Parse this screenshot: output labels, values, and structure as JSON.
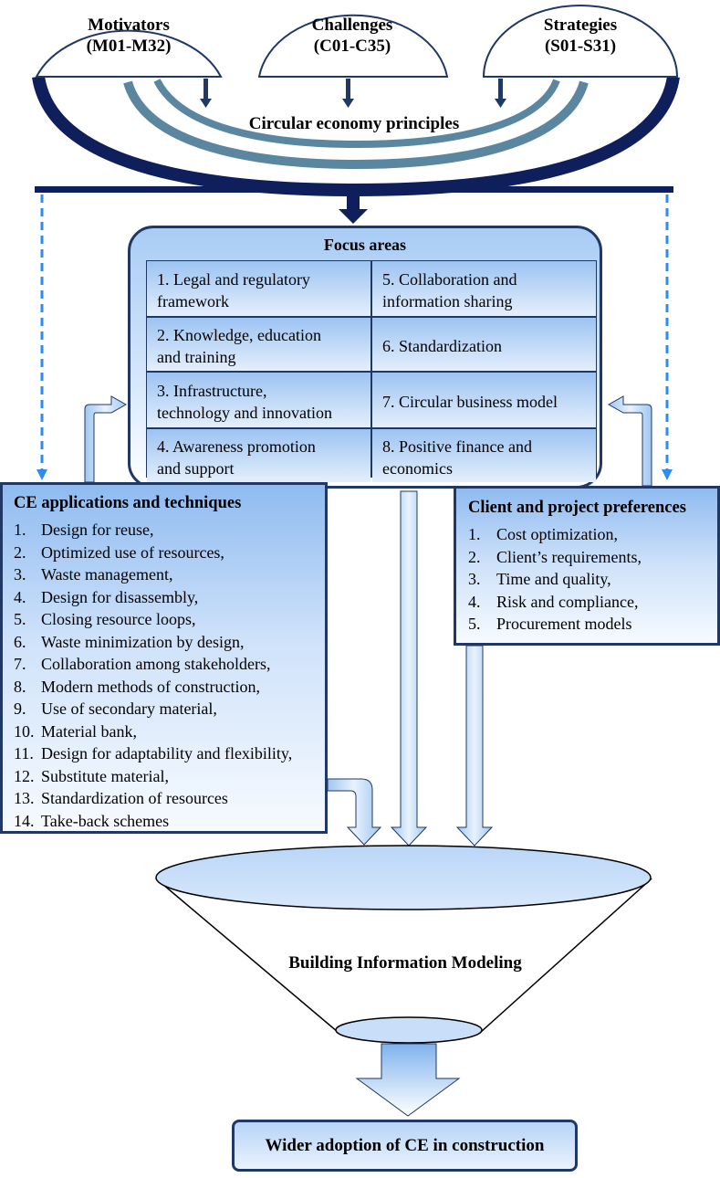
{
  "inputs": [
    {
      "name": "Motivators",
      "code": "(M01-M32)"
    },
    {
      "name": "Challenges",
      "code": "(C01-C35)"
    },
    {
      "name": "Strategies",
      "code": "(S01-S31)"
    }
  ],
  "principles_label": "Circular economy principles",
  "focus_areas": {
    "title": "Focus areas",
    "items": [
      {
        "line1": "1. Legal and regulatory",
        "line2": "framework"
      },
      {
        "line1": "5. Collaboration and",
        "line2": "information sharing"
      },
      {
        "line1": "2. Knowledge, education",
        "line2": "and training"
      },
      {
        "line1": "6. Standardization",
        "line2": ""
      },
      {
        "line1": "3. Infrastructure,",
        "line2": "technology and innovation"
      },
      {
        "line1": "7. Circular business model",
        "line2": ""
      },
      {
        "line1": "4. Awareness promotion",
        "line2": "and support"
      },
      {
        "line1": "8. Positive finance and",
        "line2": "economics"
      }
    ]
  },
  "ce_applications": {
    "title": "CE applications and techniques",
    "items": [
      {
        "num": "1.",
        "text": "Design for reuse,"
      },
      {
        "num": "2.",
        "text": "Optimized use of resources,"
      },
      {
        "num": "3.",
        "text": "Waste management,"
      },
      {
        "num": "4.",
        "text": "Design for disassembly,"
      },
      {
        "num": "5.",
        "text": "Closing resource loops,"
      },
      {
        "num": "6.",
        "text": "Waste minimization by design,"
      },
      {
        "num": "7.",
        "text": "Collaboration among stakeholders,"
      },
      {
        "num": "8.",
        "text": "Modern methods of construction,"
      },
      {
        "num": "9.",
        "text": "Use of secondary material,"
      },
      {
        "num": "10.",
        "text": "Material bank,"
      },
      {
        "num": "11.",
        "text": "Design for adaptability and flexibility,"
      },
      {
        "num": "12.",
        "text": "Substitute material,"
      },
      {
        "num": "13.",
        "text": "Standardization of resources"
      },
      {
        "num": "14.",
        "text": "Take-back schemes"
      }
    ]
  },
  "client_preferences": {
    "title": "Client and project preferences",
    "items": [
      {
        "num": "1.",
        "text": "Cost optimization,"
      },
      {
        "num": "2.",
        "text": "Client’s requirements,"
      },
      {
        "num": "3.",
        "text": "Time and quality,"
      },
      {
        "num": "4.",
        "text": "Risk and compliance,"
      },
      {
        "num": "5.",
        "text": "Procurement models"
      }
    ]
  },
  "funnel_label": "Building Information Modeling",
  "outcome": "Wider adoption of CE in construction",
  "colors": {
    "navy": "#1f3864",
    "arc_dark": "#0f1f5c",
    "arc_light": "#5b86a0",
    "dashed_arrow": "#2d8cf0",
    "fill_light": "#cfe2fa",
    "fill_mid": "#9cc3f2"
  }
}
